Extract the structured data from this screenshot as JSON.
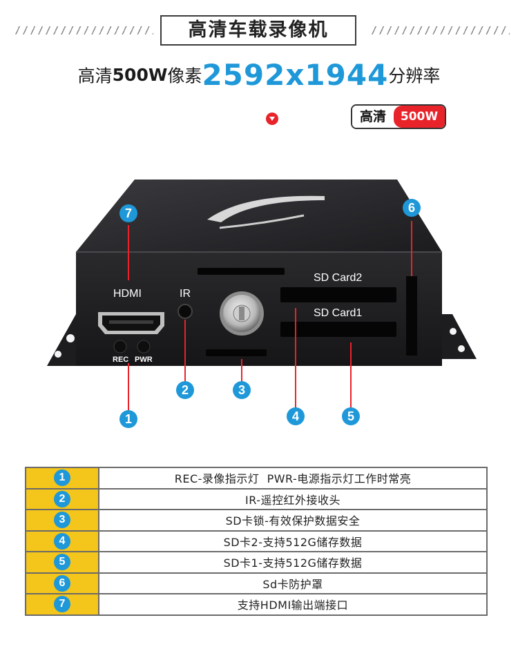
{
  "header": {
    "title": "高清车载录像机",
    "sub_part1": "高清",
    "sub_part2": "500W",
    "sub_part3": "像素",
    "sub_part4": "2592x1944",
    "sub_part5": "分辨率"
  },
  "badge": {
    "left": "高清",
    "right": "500W"
  },
  "device": {
    "hdmi": "HDMI",
    "ir": "IR",
    "sd2": "SD Card2",
    "sd1": "SD Card1",
    "rec": "REC",
    "pwr": "PWR"
  },
  "callouts": [
    "1",
    "2",
    "3",
    "4",
    "5",
    "6",
    "7"
  ],
  "table": {
    "rows": [
      {
        "num": "1",
        "desc": "REC-录像指示灯  PWR-电源指示灯工作时常亮"
      },
      {
        "num": "2",
        "desc": "IR-遥控红外接收头"
      },
      {
        "num": "3",
        "desc": "SD卡锁-有效保护数据安全"
      },
      {
        "num": "4",
        "desc": "SD卡2-支持512G储存数据"
      },
      {
        "num": "5",
        "desc": "SD卡1-支持512G储存数据"
      },
      {
        "num": "6",
        "desc": "Sd卡防护罩"
      },
      {
        "num": "7",
        "desc": "支持HDMI输出端接口"
      }
    ]
  },
  "colors": {
    "accent_blue": "#1e98d8",
    "accent_red": "#e8232a",
    "table_yellow": "#f4c51a"
  }
}
